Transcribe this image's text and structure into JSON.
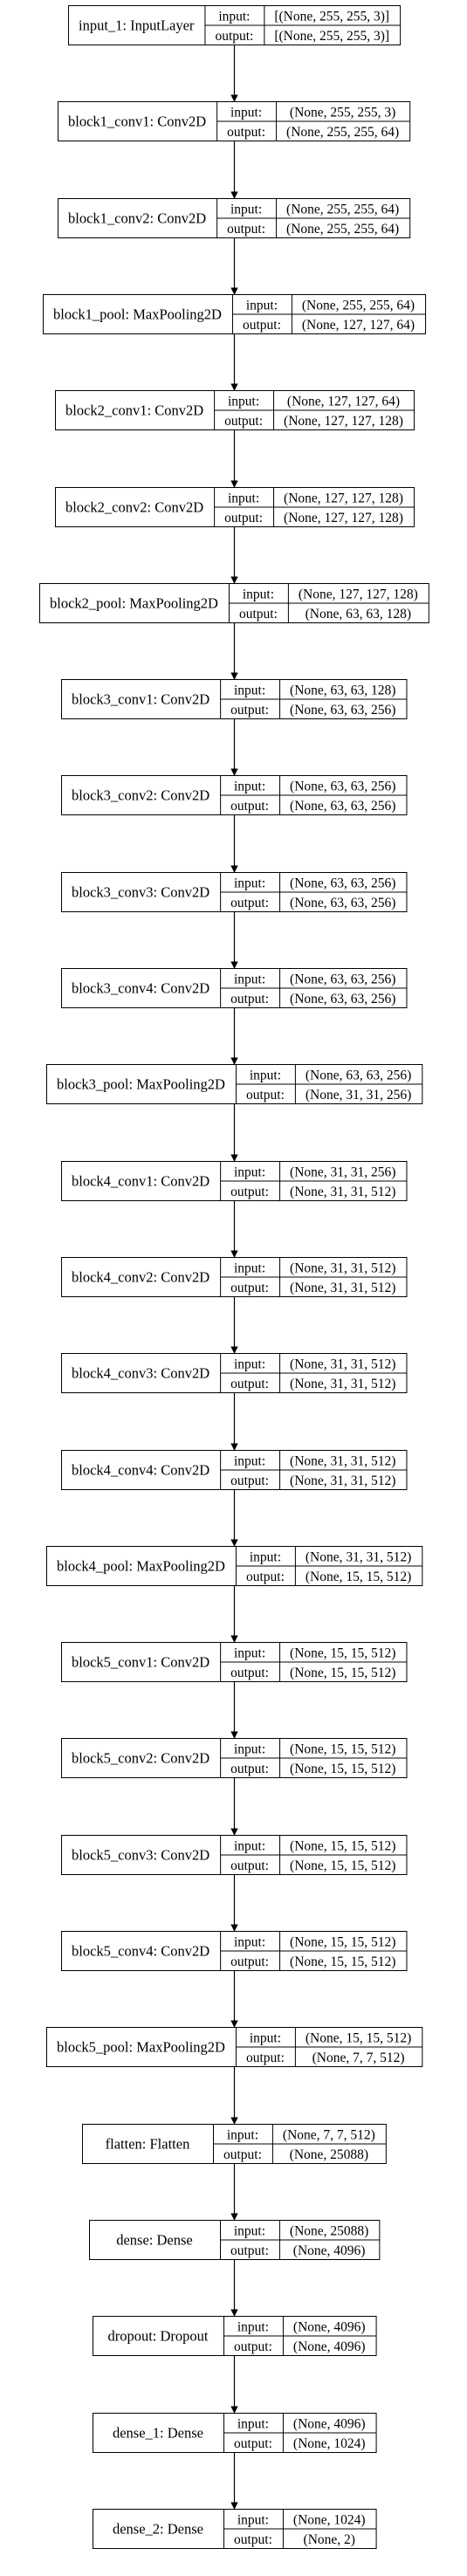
{
  "diagram": {
    "type": "keras-model-plot",
    "port_labels": {
      "input": "input:",
      "output": "output:"
    },
    "colors": {
      "stroke": "#000000",
      "fill": "#ffffff",
      "text": "#000000"
    },
    "layers": [
      {
        "name": "input_1: InputLayer",
        "input": "[(None, 255, 255, 3)]",
        "output": "[(None, 255, 255, 3)]"
      },
      {
        "name": "block1_conv1: Conv2D",
        "input": "(None, 255, 255, 3)",
        "output": "(None, 255, 255, 64)"
      },
      {
        "name": "block1_conv2: Conv2D",
        "input": "(None, 255, 255, 64)",
        "output": "(None, 255, 255, 64)"
      },
      {
        "name": "block1_pool: MaxPooling2D",
        "input": "(None, 255, 255, 64)",
        "output": "(None, 127, 127, 64)"
      },
      {
        "name": "block2_conv1: Conv2D",
        "input": "(None, 127, 127, 64)",
        "output": "(None, 127, 127, 128)"
      },
      {
        "name": "block2_conv2: Conv2D",
        "input": "(None, 127, 127, 128)",
        "output": "(None, 127, 127, 128)"
      },
      {
        "name": "block2_pool: MaxPooling2D",
        "input": "(None, 127, 127, 128)",
        "output": "(None, 63, 63, 128)"
      },
      {
        "name": "block3_conv1: Conv2D",
        "input": "(None, 63, 63, 128)",
        "output": "(None, 63, 63, 256)"
      },
      {
        "name": "block3_conv2: Conv2D",
        "input": "(None, 63, 63, 256)",
        "output": "(None, 63, 63, 256)"
      },
      {
        "name": "block3_conv3: Conv2D",
        "input": "(None, 63, 63, 256)",
        "output": "(None, 63, 63, 256)"
      },
      {
        "name": "block3_conv4: Conv2D",
        "input": "(None, 63, 63, 256)",
        "output": "(None, 63, 63, 256)"
      },
      {
        "name": "block3_pool: MaxPooling2D",
        "input": "(None, 63, 63, 256)",
        "output": "(None, 31, 31, 256)"
      },
      {
        "name": "block4_conv1: Conv2D",
        "input": "(None, 31, 31, 256)",
        "output": "(None, 31, 31, 512)"
      },
      {
        "name": "block4_conv2: Conv2D",
        "input": "(None, 31, 31, 512)",
        "output": "(None, 31, 31, 512)"
      },
      {
        "name": "block4_conv3: Conv2D",
        "input": "(None, 31, 31, 512)",
        "output": "(None, 31, 31, 512)"
      },
      {
        "name": "block4_conv4: Conv2D",
        "input": "(None, 31, 31, 512)",
        "output": "(None, 31, 31, 512)"
      },
      {
        "name": "block4_pool: MaxPooling2D",
        "input": "(None, 31, 31, 512)",
        "output": "(None, 15, 15, 512)"
      },
      {
        "name": "block5_conv1: Conv2D",
        "input": "(None, 15, 15, 512)",
        "output": "(None, 15, 15, 512)"
      },
      {
        "name": "block5_conv2: Conv2D",
        "input": "(None, 15, 15, 512)",
        "output": "(None, 15, 15, 512)"
      },
      {
        "name": "block5_conv3: Conv2D",
        "input": "(None, 15, 15, 512)",
        "output": "(None, 15, 15, 512)"
      },
      {
        "name": "block5_conv4: Conv2D",
        "input": "(None, 15, 15, 512)",
        "output": "(None, 15, 15, 512)"
      },
      {
        "name": "block5_pool: MaxPooling2D",
        "input": "(None, 15, 15, 512)",
        "output": "(None, 7, 7, 512)"
      },
      {
        "name": "flatten: Flatten",
        "input": "(None, 7, 7, 512)",
        "output": "(None, 25088)"
      },
      {
        "name": "dense: Dense",
        "input": "(None, 25088)",
        "output": "(None, 4096)"
      },
      {
        "name": "dropout: Dropout",
        "input": "(None, 4096)",
        "output": "(None, 4096)"
      },
      {
        "name": "dense_1: Dense",
        "input": "(None, 4096)",
        "output": "(None, 1024)"
      },
      {
        "name": "dense_2: Dense",
        "input": "(None, 1024)",
        "output": "(None, 2)"
      }
    ]
  }
}
